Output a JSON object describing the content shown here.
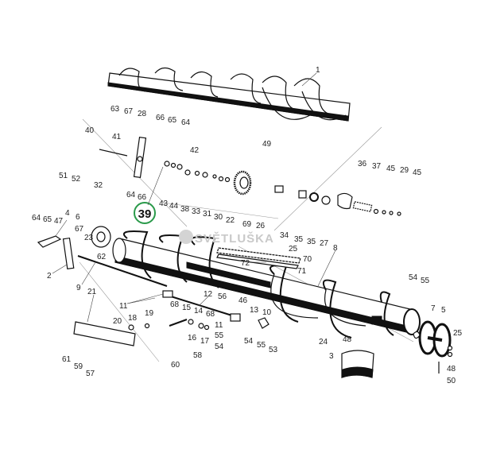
{
  "diagram": {
    "badge": "39",
    "watermark": "SVĚTLUŠKA",
    "callouts": [
      "1",
      "63",
      "67",
      "28",
      "66",
      "65",
      "64",
      "40",
      "41",
      "42",
      "49",
      "51",
      "52",
      "32",
      "64",
      "66",
      "43",
      "44",
      "38",
      "33",
      "31",
      "30",
      "22",
      "69",
      "26",
      "36",
      "37",
      "45",
      "29",
      "45",
      "34",
      "35",
      "35",
      "27",
      "64",
      "65",
      "47",
      "4",
      "6",
      "67",
      "23",
      "62",
      "2",
      "9",
      "25",
      "70",
      "71",
      "72",
      "8",
      "21",
      "11",
      "12",
      "56",
      "46",
      "13",
      "10",
      "68",
      "15",
      "14",
      "68",
      "20",
      "18",
      "19",
      "16",
      "17",
      "11",
      "55",
      "54",
      "54",
      "55",
      "53",
      "61",
      "59",
      "57",
      "58",
      "60",
      "54",
      "55",
      "7",
      "5",
      "25",
      "48",
      "50",
      "24",
      "48",
      "3"
    ]
  }
}
